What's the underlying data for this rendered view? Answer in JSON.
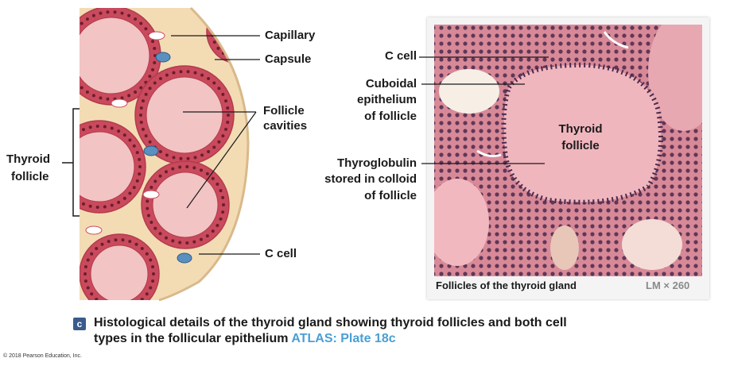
{
  "labels": {
    "capillary": "Capillary",
    "capsule": "Capsule",
    "follicle_cavities_1": "Follicle",
    "follicle_cavities_2": "cavities",
    "thyroid_follicle_1": "Thyroid",
    "thyroid_follicle_2": "follicle",
    "c_cell_left": "C cell",
    "c_cell_right": "C cell",
    "cuboidal_1": "Cuboidal",
    "cuboidal_2": "epithelium",
    "cuboidal_3": "of follicle",
    "thyroglobulin_1": "Thyroglobulin",
    "thyroglobulin_2": "stored in colloid",
    "thyroglobulin_3": "of follicle",
    "photo_follicle_1": "Thyroid",
    "photo_follicle_2": "follicle"
  },
  "photo": {
    "caption": "Follicles of the thyroid gland",
    "magnification": "LM × 260"
  },
  "figure": {
    "letter": "c",
    "caption_line1": "Histological details of the thyroid gland showing thyroid follicles and both cell",
    "caption_line2": "types in the follicular epithelium ",
    "atlas": "ATLAS: Plate 18c"
  },
  "copyright": "© 2018 Pearson Education, Inc.",
  "colors": {
    "colloid": "#f2c4c4",
    "cell": "#c94a5c",
    "nucleus": "#6b1e2e",
    "capsule": "#f3dcb4",
    "tissue_bg": "#e8a0a8",
    "ccell": "#5a8fc0"
  }
}
